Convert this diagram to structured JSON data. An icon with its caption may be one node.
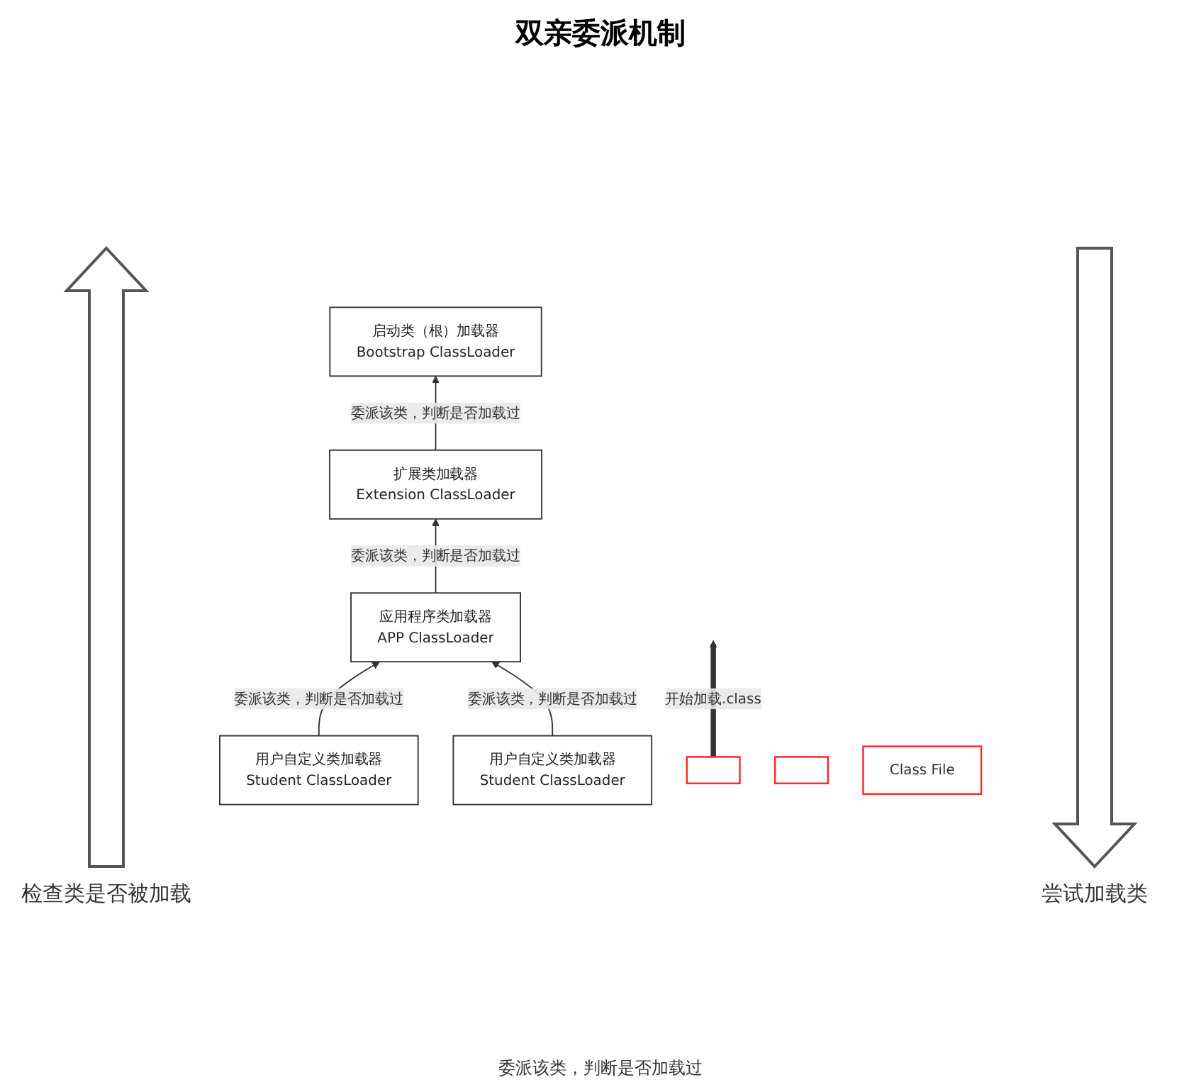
{
  "diagram": {
    "title": "双亲委派机制",
    "nodes": [
      {
        "text": [
          "启动类（根）加载器",
          "Bootstrap ClassLoader"
        ]
      },
      {
        "text": [
          "扩展类加载器",
          "Extension ClassLoader"
        ]
      },
      {
        "text": [
          "应用程序类加载器",
          "APP ClassLoader"
        ]
      },
      {
        "text": [
          "用户自定义类加载器",
          "Student ClassLoader"
        ]
      },
      {
        "text": [
          "用户自定义类加载器",
          "Student ClassLoader"
        ]
      },
      {
        "text": [],
        "shape": "box"
      },
      {
        "text": [],
        "shape": "box"
      },
      {
        "text": [
          "Class File"
        ]
      }
    ],
    "edges": [
      {
        "from": 1,
        "to": 0,
        "arrow": "to",
        "label": "委派该类，判断是否加载过"
      },
      {
        "from": 2,
        "to": 1,
        "arrow": "to",
        "label": "委派该类，判断是否加载过"
      },
      {
        "from": 3,
        "to": 2,
        "arrow": "to",
        "label": "委派该类，判断是否加载过"
      },
      {
        "from": 4,
        "to": 2,
        "arrow": "to",
        "label": "委派该类，判断是否加载过"
      },
      {
        "from": 5,
        "to": null,
        "arrow": "to",
        "label": "开始加载.class",
        "style": "thick"
      }
    ],
    "labels": [
      "检查类是否被加载",
      "尝试加载类",
      "委派该类，判断是否加载过"
    ]
  }
}
